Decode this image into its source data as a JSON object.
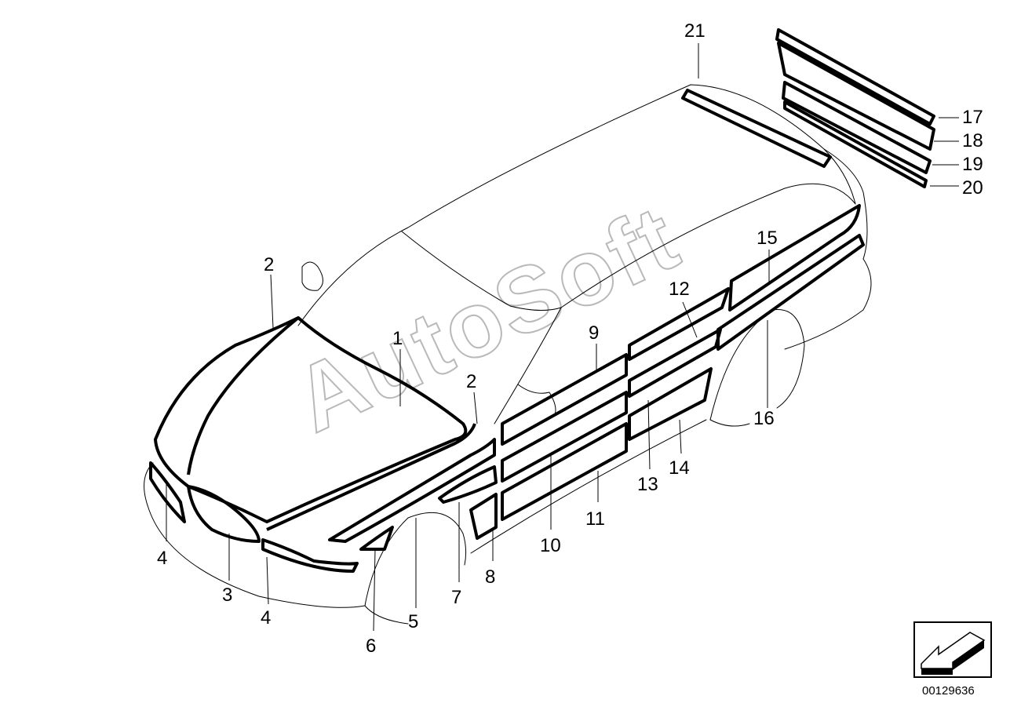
{
  "diagram": {
    "watermark": "AutoSoft",
    "drawing_number": "00129636",
    "callouts": {
      "c1": "1",
      "c2a": "2",
      "c2b": "2",
      "c3": "3",
      "c4a": "4",
      "c4b": "4",
      "c5": "5",
      "c6": "6",
      "c7": "7",
      "c8": "8",
      "c9": "9",
      "c10": "10",
      "c11": "11",
      "c12": "12",
      "c13": "13",
      "c14": "14",
      "c15": "15",
      "c16": "16",
      "c17": "17",
      "c18": "18",
      "c19": "19",
      "c20": "20",
      "c21": "21"
    },
    "colors": {
      "line": "#000000",
      "watermark_outline": "#b9b9b9",
      "background": "#ffffff"
    },
    "icons": {
      "direction": "front-direction-arrow-icon"
    }
  }
}
